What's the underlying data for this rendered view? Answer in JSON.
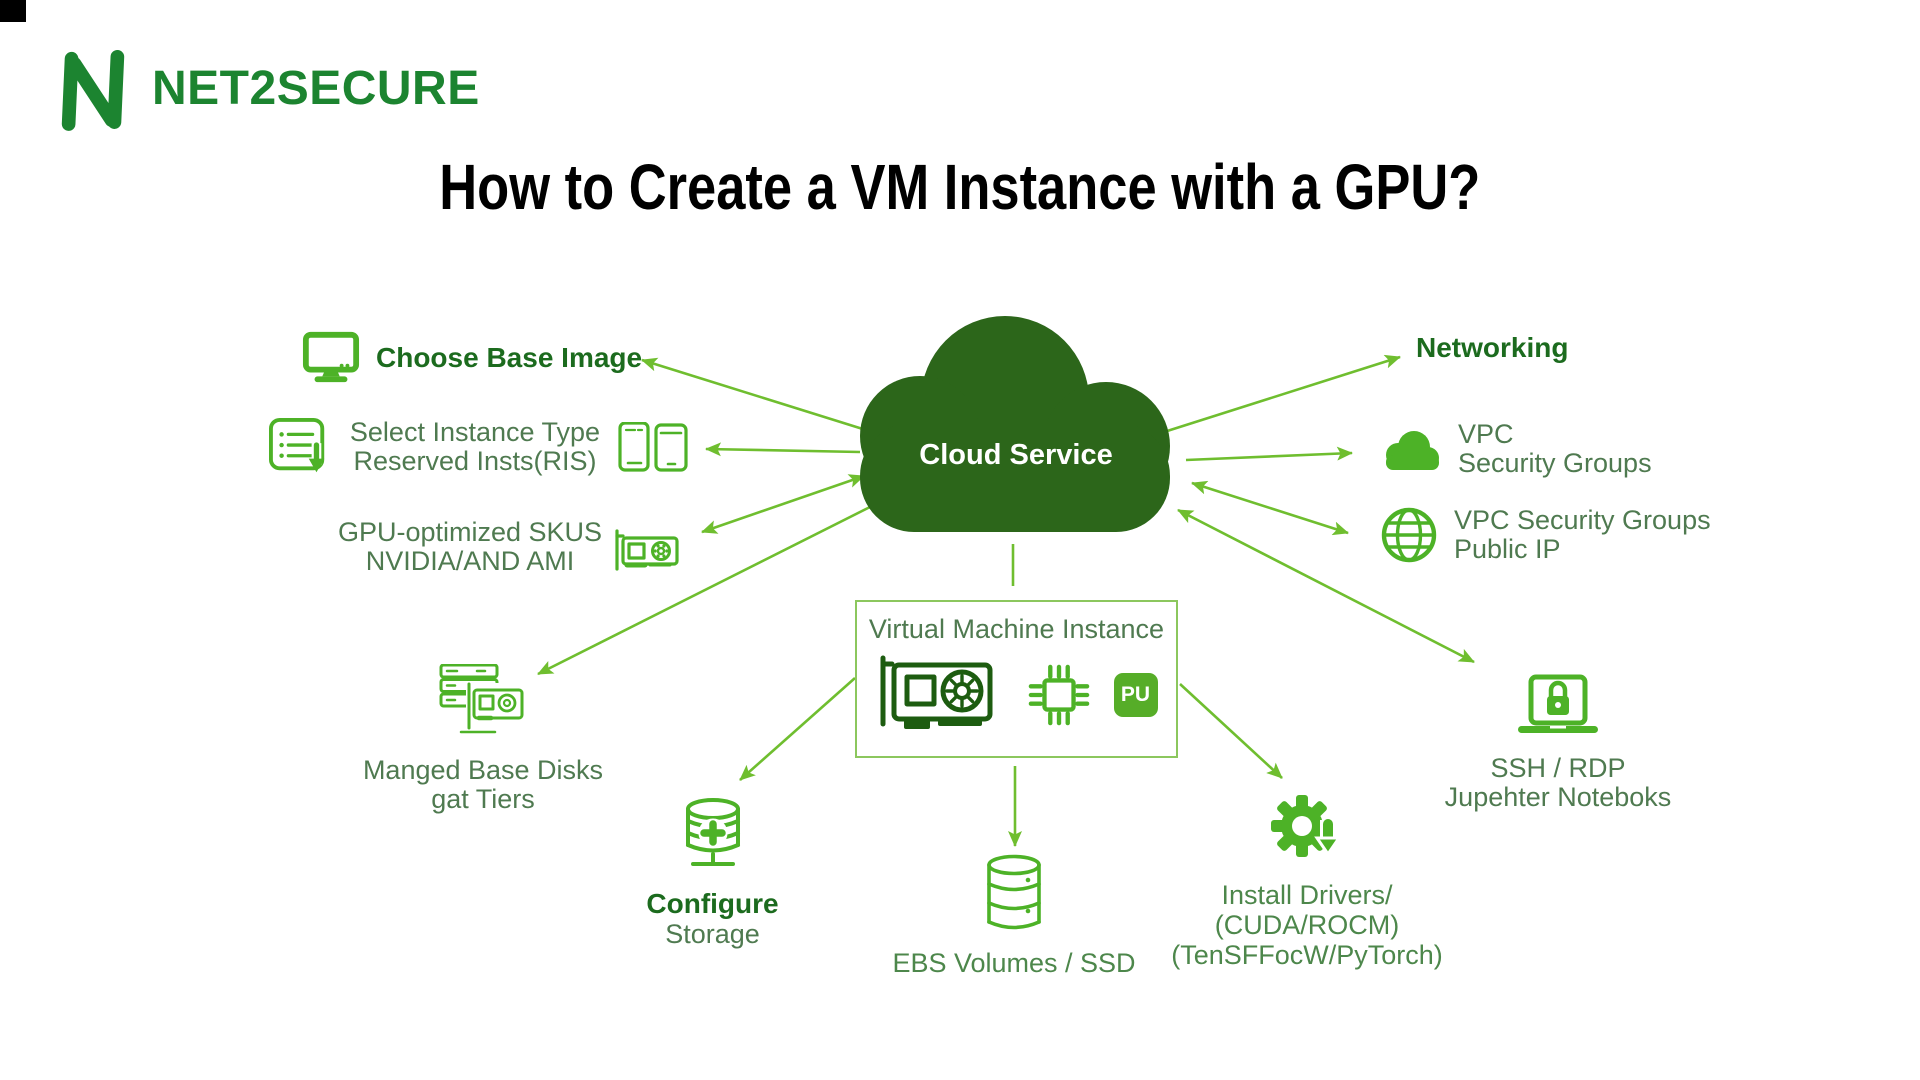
{
  "colors": {
    "bg": "#ffffff",
    "brand": "#1c8430",
    "arrow": "#6fbe2f",
    "icon": "#4db227",
    "icondark": "#1d5c10",
    "cloud": "#2c661a",
    "label": "#4f7a50",
    "label2": "#4d874b",
    "labelbold": "#1c6b1e",
    "badge": "#56ad28",
    "boxborder": "#8cc75e",
    "titlecolor": "#000000"
  },
  "logo": {
    "brand": "NET2SECURE"
  },
  "title": "How to Create a VM Instance with a GPU?",
  "cloud": {
    "label": "Cloud Service"
  },
  "vm_box": {
    "title": "Virtual Machine Instance",
    "chip_badge": "PU"
  },
  "nodes": {
    "choose_base_image": {
      "label": "Choose Base Image"
    },
    "select_instance": {
      "line1": "Select Instance Type",
      "line2": "Reserved Insts(RIS)"
    },
    "gpu_skus": {
      "line1": "GPU-optimized SKUS",
      "line2": "NVIDIA/AND AMI"
    },
    "managed_disks": {
      "line1": "Manged Base Disks",
      "line2": "gat Tiers"
    },
    "configure_storage": {
      "line1": "Configure",
      "line2": "Storage"
    },
    "ebs": {
      "label": "EBS Volumes / SSD"
    },
    "install_drivers": {
      "line1": "Install Drivers/",
      "line2": "(CUDA/ROCM)",
      "line3": "(TenSFFocW/PyTorch)"
    },
    "networking": {
      "label": "Networking"
    },
    "vpc": {
      "line1": "VPC",
      "line2": "Security Groups"
    },
    "vpc_public": {
      "line1": "VPC Security Groups",
      "line2": "Public IP"
    },
    "ssh": {
      "line1": "SSH / RDP",
      "line2": "Jupehter Noteboks"
    }
  }
}
